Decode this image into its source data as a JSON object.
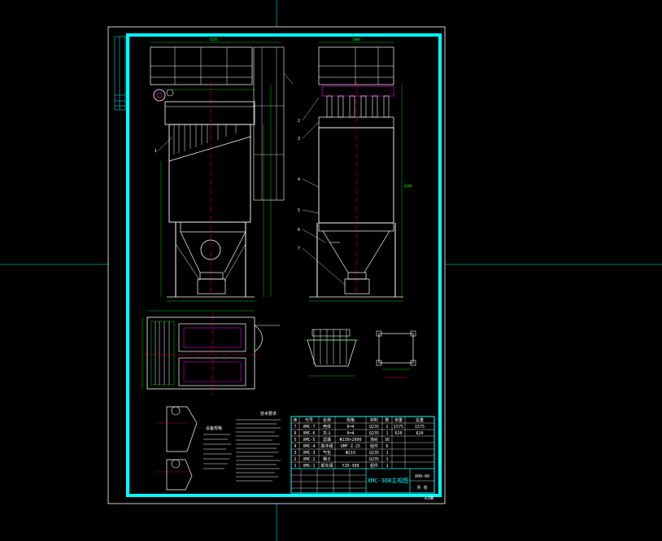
{
  "drawing": {
    "title_block_name": "XMC-36B主视图",
    "title_block_code_a": "X00-00",
    "title_block_code_b": "共 张",
    "corner_note": "A3横",
    "tech_req_title_1": "技术要求",
    "tech_req_title_2": "设备规格",
    "bom_headers": [
      "序",
      "代号",
      "名称",
      "规格",
      "材料",
      "数",
      "单重",
      "总重"
    ],
    "bom_rows": [
      [
        "7",
        "XMC-7",
        "壳体",
        "δ=4",
        "Q235",
        "1",
        "1575",
        "1575"
      ],
      [
        "6",
        "XMC-6",
        "灰斗",
        "δ=4",
        "Q235",
        "1",
        "620",
        "620"
      ],
      [
        "5",
        "XMC-5",
        "滤袋",
        "Φ130×2000",
        "涤纶",
        "36",
        "",
        ""
      ],
      [
        "4",
        "XMC-4",
        "脉冲阀",
        "DMF-Z-25",
        "组件",
        "6",
        "",
        ""
      ],
      [
        "3",
        "XMC-3",
        "气包",
        "Φ219",
        "Q235",
        "1",
        "",
        ""
      ],
      [
        "2",
        "XMC-2",
        "梯子",
        "",
        "Q235",
        "1",
        "",
        ""
      ],
      [
        "1",
        "XMC-1",
        "卸灰阀",
        "YJD-300",
        "组件",
        "1",
        "",
        ""
      ]
    ],
    "balloon_numbers_left": [
      "1"
    ],
    "balloon_numbers_right": [
      "2",
      "3",
      "4",
      "5",
      "6",
      "7"
    ],
    "dim_overall_width": "1220",
    "dim_overall_height": "6260",
    "dim_side_width": "1000",
    "colors": {
      "background": "#000000",
      "frame": "#00ffff",
      "sheet": "#ffffff",
      "geometry": "#ffffff",
      "dimension": "#00ff00",
      "centerline": "#ff0000",
      "hidden": "#ff00ff"
    }
  }
}
